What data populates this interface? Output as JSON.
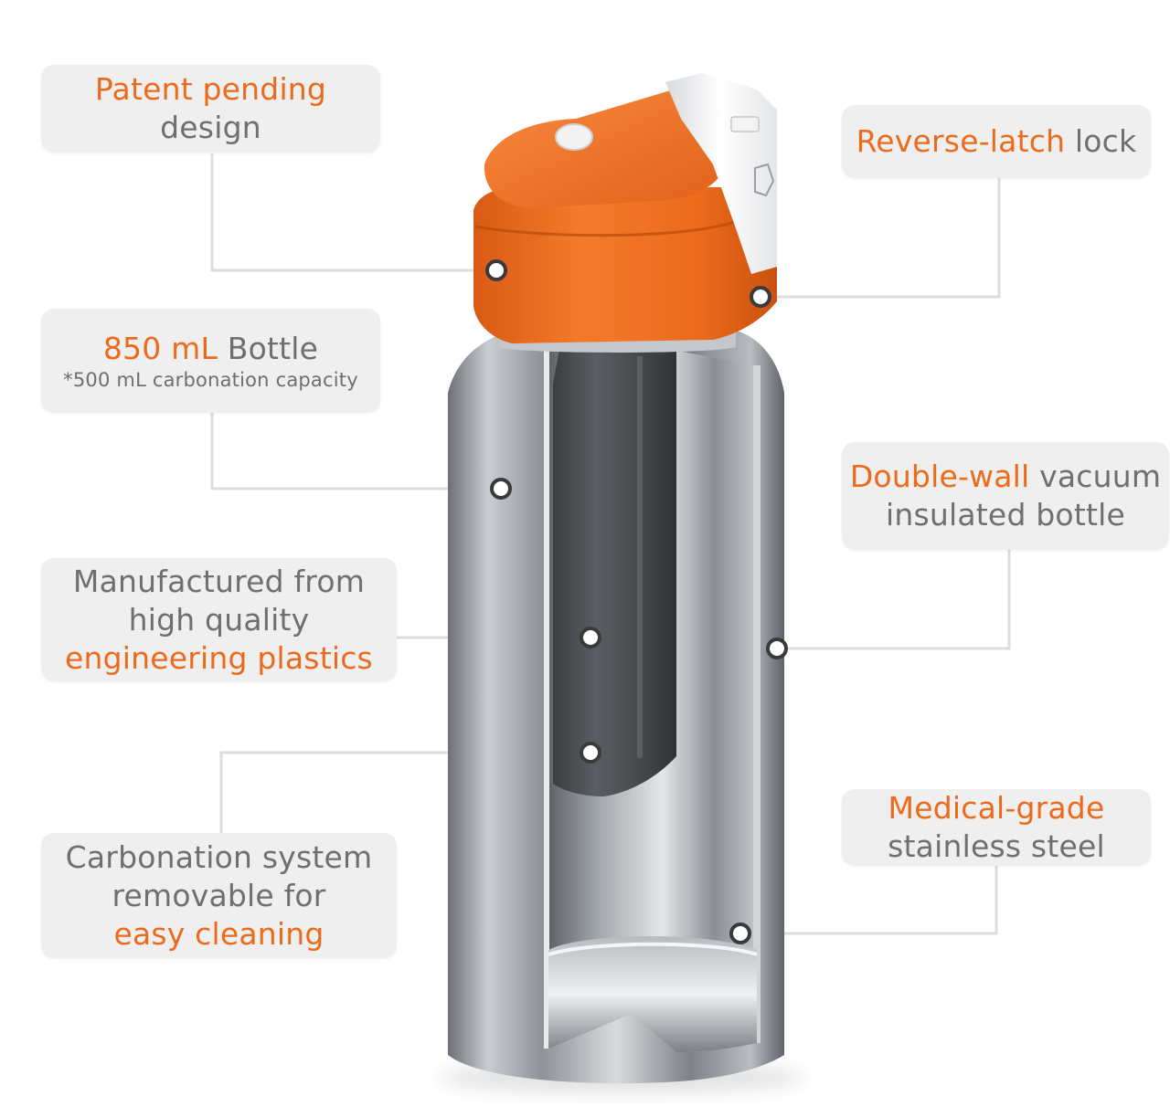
{
  "colors": {
    "accent": "#ec6a1c",
    "text": "#6f6f6f",
    "box": "#efefef",
    "leader": "#dcdcdc",
    "cap_orange": "#ee6d21",
    "steel": "#9aa0a6",
    "cartridge": "#4a4c50"
  },
  "callouts": {
    "patent": {
      "accent": "Patent pending",
      "text": "design"
    },
    "latch": {
      "accent": "Reverse-latch",
      "text": "lock"
    },
    "bottle": {
      "accent": "850 mL",
      "text": "Bottle",
      "note": "*500 mL carbonation capacity"
    },
    "double_wall": {
      "accent": "Double-wall",
      "text_1": "vacuum",
      "text_2": "insulated bottle"
    },
    "plastics": {
      "text_1": "Manufactured from",
      "text_2": "high quality",
      "accent": "engineering plastics"
    },
    "medical": {
      "accent": "Medical-grade",
      "text": "stainless steel"
    },
    "carbonation": {
      "text_1": "Carbonation system",
      "text_2": "removable for",
      "accent": "easy cleaning"
    }
  }
}
